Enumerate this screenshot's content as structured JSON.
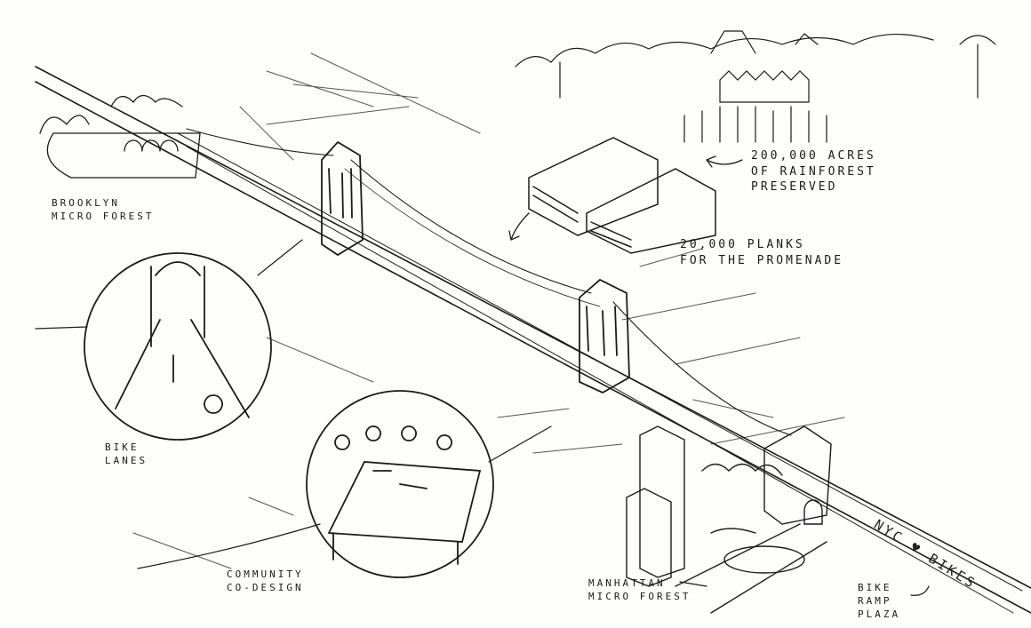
{
  "labels": {
    "brooklyn": "BROOKLYN\nMICRO FOREST",
    "rainforest": "200,000 ACRES\nOF RAINFOREST\nPRESERVED",
    "planks": "20,000 PLANKS\nFOR THE PROMENADE",
    "bike_lanes": "BIKE\nLANES",
    "community": "COMMUNITY\nCO-DESIGN",
    "manhattan": "MANHATTAN\nMICRO FOREST",
    "ramp_plaza": "BIKE\nRAMP\nPLAZA",
    "ramp_text": "NYC ♥ BIKES"
  },
  "colors": {
    "ink": "#1b1b1b",
    "paper": "#fdfdfc"
  }
}
